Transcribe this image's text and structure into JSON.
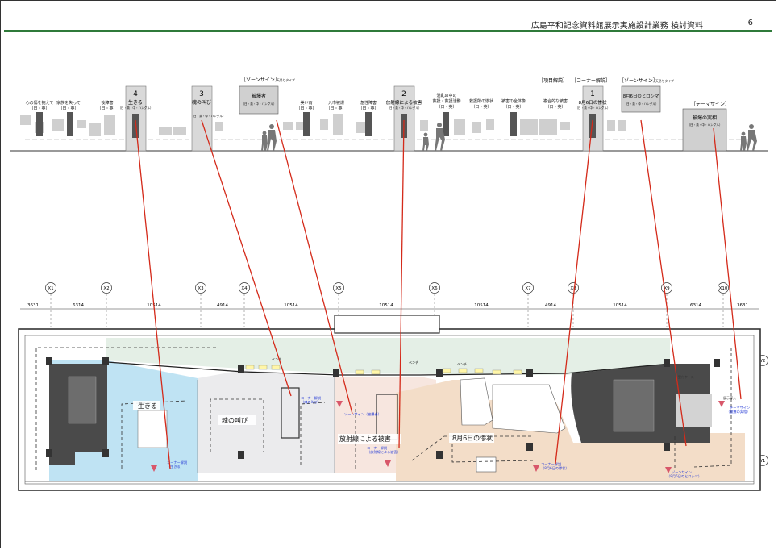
{
  "header": {
    "title": "広島平和記念資料館展示実施設計業務 検討資料",
    "page": "6"
  },
  "elevation": {
    "items": [
      {
        "text": "心の傷を抱えて",
        "sub": "（日・英）"
      },
      {
        "text": "家族を失って",
        "sub": "（日・英）"
      },
      {
        "text": "後障害",
        "sub": "（日・英）"
      },
      {
        "text": "美い雨",
        "sub": "（日・英）"
      },
      {
        "text": "入市被爆",
        "sub": "（日・英）"
      },
      {
        "text": "急性障害",
        "sub": "（日・英）"
      },
      {
        "text": "混乱の中の",
        "sub": ""
      },
      {
        "text": "救援・救護活動",
        "sub": "（日・英）"
      },
      {
        "text": "救護所の惨状",
        "sub": "（日・英）"
      },
      {
        "text": "被害の全体像",
        "sub": "（日・英）"
      },
      {
        "text": "複合的な被害",
        "sub": "（日・英）"
      }
    ],
    "corners": [
      {
        "num": "4",
        "title": "生きる",
        "lang": "（日・英・中・ハングル）"
      },
      {
        "num": "3",
        "title": "魂の叫び",
        "lang": "（日・英・中・ハングル）"
      },
      {
        "num": "2",
        "title": "放射線による被害",
        "lang": "（日・英・中・ハングル）"
      },
      {
        "num": "1",
        "title": "8月6日の惨状",
        "lang": "（日・英・中・ハングル）"
      }
    ],
    "zone_signs": [
      {
        "tag": "［ゾーンサイン］",
        "type": "天吊りタイプ",
        "title": "被爆者",
        "lang": "（日・英・中・ハングル）"
      },
      {
        "tag": "［ゾーンサイン］",
        "type": "天吊りタイプ",
        "title": "8月6日のヒロシマ",
        "lang": "（日・英・中・ハングル）"
      }
    ],
    "tags": {
      "item": "［項目解説］",
      "corner": "［コーナー解説］"
    },
    "theme": {
      "tag": "［テーマサイン］",
      "title": "被爆の実相",
      "lang": "（日・英・中・ハングル）"
    }
  },
  "plan": {
    "grid_labels": [
      "X1",
      "X2",
      "X3",
      "X4",
      "X5",
      "X6",
      "X7",
      "X8",
      "X9",
      "X10"
    ],
    "row_labels": [
      "Y2",
      "Y1"
    ],
    "dimensions": [
      "3631",
      "6314",
      "10514",
      "4914",
      "10514",
      "10514",
      "10514",
      "4914",
      "10514",
      "6314",
      "3631"
    ],
    "zones": {
      "live": "生きる",
      "soul": "魂の叫び",
      "radiation": "放射線による被害",
      "aug6": "8月6日の惨状"
    },
    "bench": [
      "ベンチ",
      "ベンチ",
      "ベンチ"
    ],
    "callouts": {
      "corner_soul": "コーナー解説",
      "corner_soul_sub": "（魂の叫び）",
      "corner_live": "コーナー解説",
      "corner_live_sub": "（生きる）",
      "zone_hibakusha": "ゾーンサイン（被爆者）",
      "corner_rad": "コーナー解説",
      "corner_rad_sub": "（放射線による被害）",
      "corner_aug6": "コーナー解説",
      "corner_aug6_sub": "（8月6日の惨状）",
      "zone_hiroshima": "ゾーンサイン",
      "zone_hiroshima_sub": "（8月6日のヒロシマ）",
      "theme": "テーマサイン",
      "theme_sub": "（被爆の実相）",
      "exhibit_intro": "展示導入",
      "wall_case": "壁付ケース"
    }
  },
  "colors": {
    "frame_green": "#2f7a3a",
    "leader_red": "#d42a1a",
    "live_zone": "#bfe3f3",
    "corridor_zone": "#e4efe6",
    "aug6_zone": "#f3ddc8",
    "rad_zone": "#f7e6df",
    "soul_zone": "#ebebed",
    "stair_dark": "#4a4a4a",
    "callout_blue": "#2a3fd6"
  }
}
